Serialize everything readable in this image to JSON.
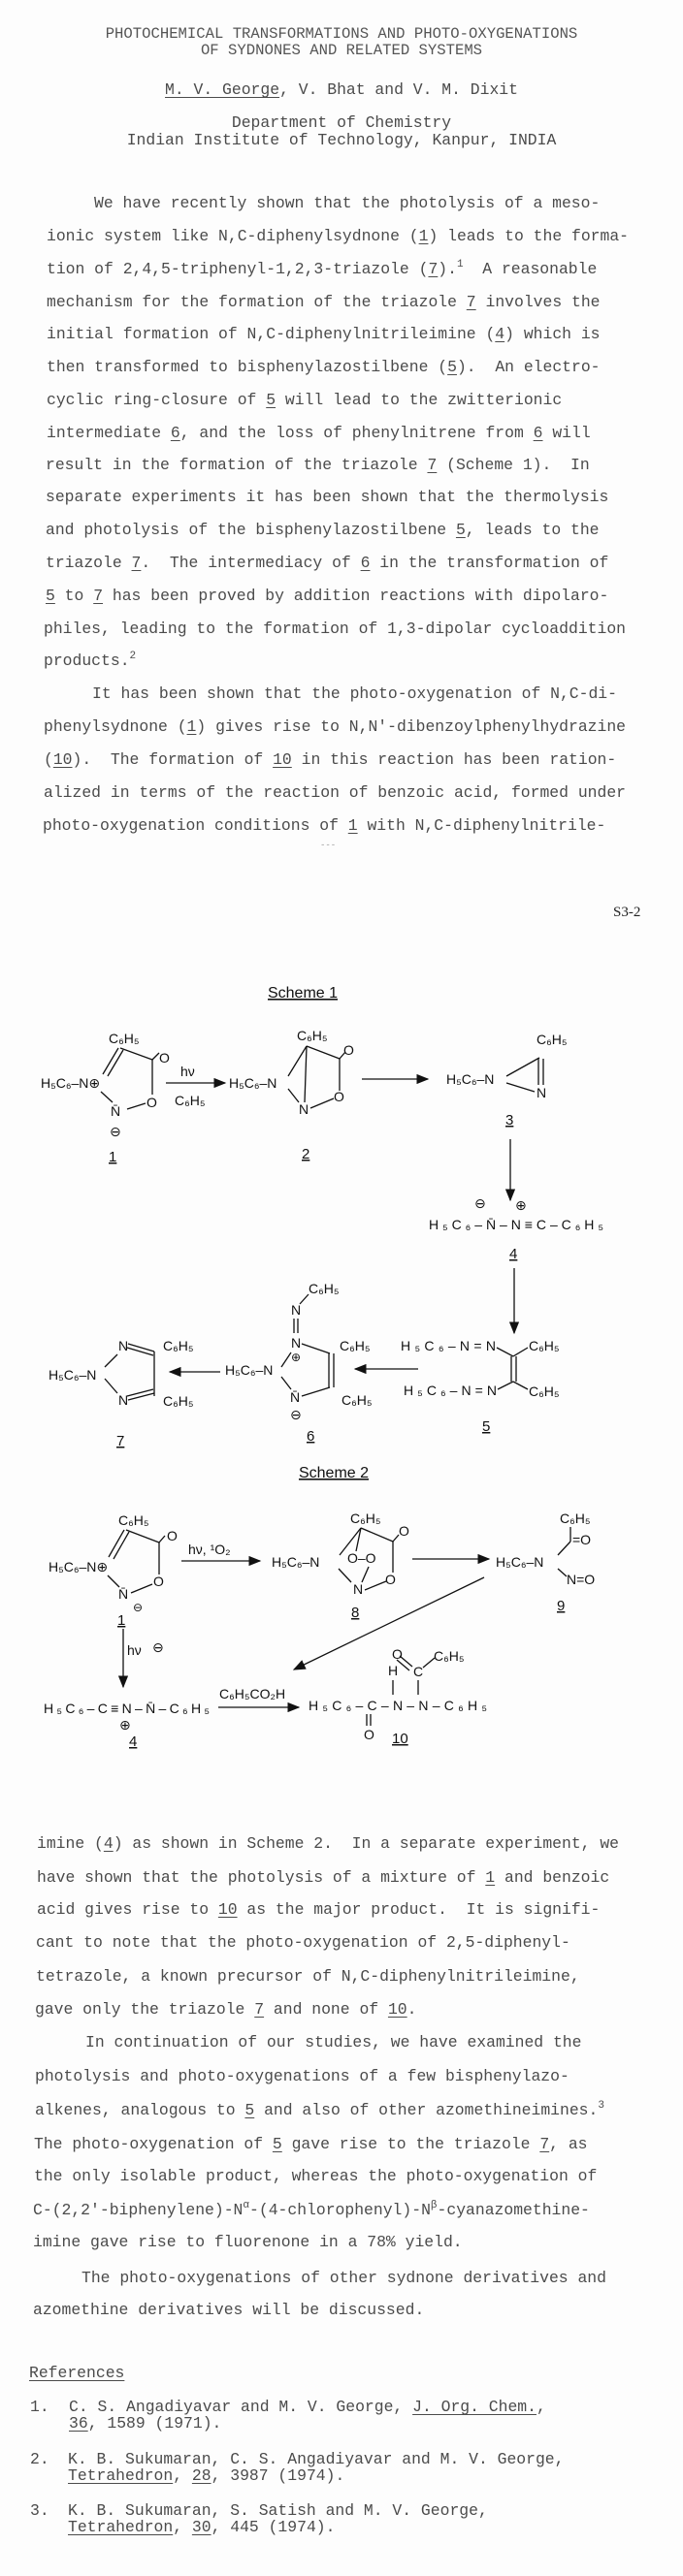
{
  "header": {
    "title_lines": [
      "PHOTOCHEMICAL TRANSFORMATIONS AND PHOTO-OXYGENATIONS",
      "OF SYDNONES AND RELATED SYSTEMS"
    ],
    "authors": [
      "",
      {
        "u": "M. V. George"
      },
      ", V. Bhat and V. M. Dixit"
    ],
    "affiliation": [
      "Department of Chemistry",
      "Indian Institute of Technology, Kanpur, INDIA"
    ],
    "page_number": "S3-2",
    "page_mark": "---"
  },
  "body_top": [
    [
      "We have recently shown that the photolysis of a meso-"
    ],
    [
      "ionic system like N,C-diphenylsydnone (",
      {
        "u": "1"
      },
      ") leads to the forma-"
    ],
    [
      "tion of 2,4,5-triphenyl-1,2,3-triazole (",
      {
        "u": "7"
      },
      ").",
      {
        "sup": "1"
      },
      "  A reasonable"
    ],
    [
      "mechanism for the formation of the triazole ",
      {
        "u": "7"
      },
      " involves the"
    ],
    [
      "initial formation of N,C-diphenylnitrileimine (",
      {
        "u": "4"
      },
      ") which is"
    ],
    [
      "then transformed to bisphenylazostilbene (",
      {
        "u": "5"
      },
      ").  An electro-"
    ],
    [
      "cyclic ring-closure of ",
      {
        "u": "5"
      },
      " will lead to the zwitterionic"
    ],
    [
      "intermediate ",
      {
        "u": "6"
      },
      ", and the loss of phenylnitrene from ",
      {
        "u": "6"
      },
      " will"
    ],
    [
      "result in the formation of the triazole ",
      {
        "u": "7"
      },
      " (Scheme 1).  In"
    ],
    [
      "separate experiments it has been shown that the thermolysis"
    ],
    [
      "and photolysis of the bisphenylazostilbene ",
      {
        "u": "5"
      },
      ", leads to the"
    ],
    [
      "triazole ",
      {
        "u": "7"
      },
      ".  The intermediacy of ",
      {
        "u": "6"
      },
      " in the transformation of"
    ],
    [
      {
        "u": "5"
      },
      " to ",
      {
        "u": "7"
      },
      " has been proved by addition reactions with dipolaro-"
    ],
    [
      "philes, leading to the formation of 1,3-dipolar cycloaddition"
    ],
    [
      "products.",
      {
        "sup": "2"
      }
    ],
    [
      "It has been shown that the photo-oxygenation of N,C-di-"
    ],
    [
      "phenylsydnone (",
      {
        "u": "1"
      },
      ") gives rise to N,N'-dibenzoylphenylhydrazine"
    ],
    [
      "(",
      {
        "u": "10"
      },
      ").  The formation of ",
      {
        "u": "10"
      },
      " in this reaction has been ration-"
    ],
    [
      "alized in terms of the reaction of benzoic acid, formed under"
    ],
    [
      "photo-oxygenation conditions of ",
      {
        "u": "1"
      },
      " with N,C-diphenylnitrile-"
    ]
  ],
  "body_bottom": [
    [
      "imine (",
      {
        "u": "4"
      },
      ") as shown in Scheme 2.  In a separate experiment, we"
    ],
    [
      "have shown that the photolysis of a mixture of ",
      {
        "u": "1"
      },
      " and benzoic"
    ],
    [
      "acid gives rise to ",
      {
        "u": "10"
      },
      " as the major product.  It is signifi-"
    ],
    [
      "cant to note that the photo-oxygenation of 2,5-diphenyl-"
    ],
    [
      "tetrazole, a known precursor of N,C-diphenylnitrileimine,"
    ],
    [
      "gave only the triazole ",
      {
        "u": "7"
      },
      " and none of ",
      {
        "u": "10"
      },
      "."
    ],
    [
      "In continuation of our studies, we have examined the"
    ],
    [
      "photolysis and photo-oxygenations of a few bisphenylazo-"
    ],
    [
      "alkenes, analogous to ",
      {
        "u": "5"
      },
      " and also of other azomethineimines.",
      {
        "sup": "3"
      }
    ],
    [
      "The photo-oxygenation of ",
      {
        "u": "5"
      },
      " gave rise to the triazole ",
      {
        "u": "7"
      },
      ", as"
    ],
    [
      "the only isolable product, whereas the photo-oxygenation of"
    ],
    [
      "C-(2,2'-biphenylene)-N",
      {
        "sup": "α"
      },
      "-(4-chlorophenyl)-N",
      {
        "sup": "β"
      },
      "-cyanazomethine-"
    ],
    [
      "imine gave rise to fluorenone in a 78% yield."
    ],
    [
      "The photo-oxygenations of other sydnone derivatives and"
    ],
    [
      "azomethine derivatives will be discussed."
    ]
  ],
  "references": {
    "heading": [
      {
        "u": "References"
      }
    ],
    "items": [
      {
        "num": "1.",
        "lines": [
          [
            "C. S. Angadiyavar and M. V. George, ",
            {
              "u": "J. Org. Chem."
            },
            ","
          ],
          [
            {
              "u": "36"
            },
            ", 1589 (1971)."
          ]
        ]
      },
      {
        "num": "2.",
        "lines": [
          [
            "K. B. Sukumaran, C. S. Angadiyavar and M. V. George,"
          ],
          [
            {
              "u": "Tetrahedron"
            },
            ", ",
            {
              "u": "28"
            },
            ", 3987 (1974)."
          ]
        ]
      },
      {
        "num": "3.",
        "lines": [
          [
            "K. B. Sukumaran, S. Satish and M. V. George,"
          ],
          [
            {
              "u": "Tetrahedron"
            },
            ", ",
            {
              "u": "30"
            },
            ", 445 (1974)."
          ]
        ]
      }
    ]
  },
  "schemes": {
    "scheme1_title": "Scheme 1",
    "scheme2_title": "Scheme 2",
    "ph": "C₆H₅",
    "ph_n_plus": "H₅C₆–N⊕",
    "ph_n": "H₅C₆–N",
    "ph_azo": "H₅C₆–N=N",
    "n": "N",
    "n_bar": "N̄",
    "o": "O",
    "c": "C",
    "h": "H",
    "eq_o": "=O",
    "oo": "O–O",
    "no": "N=O",
    "minus": "⊖",
    "plus": "⊕",
    "hv": "hν",
    "hv_o2": "hν, ¹O₂",
    "benzoic_acid": "C₆H₅CO₂H",
    "nitrileimine_s1": "H₅C₆–N̄–N≡C–C₆H₅",
    "nitrileimine_s2": "H₅C₆–C≡N–N̄–C₆H₅",
    "hydrazine": "H₅C₆–C–N–N–C₆H₅",
    "numbers": [
      "1",
      "2",
      "3",
      "4",
      "5",
      "6",
      "7",
      "8",
      "9",
      "10"
    ]
  }
}
